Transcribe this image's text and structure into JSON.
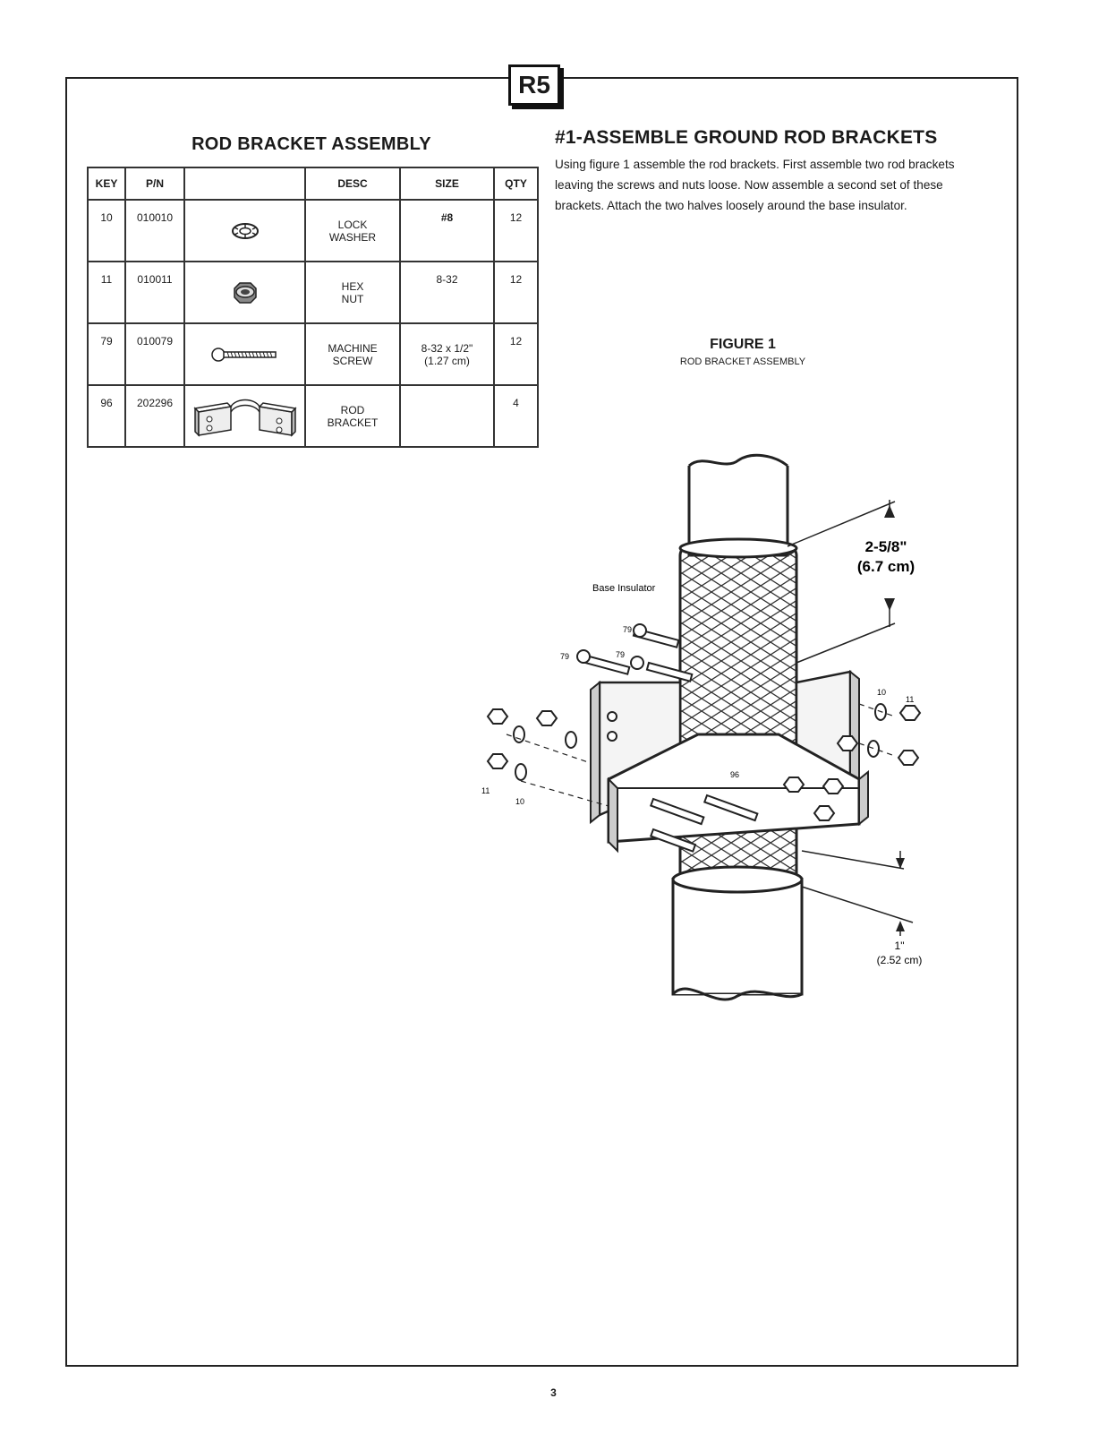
{
  "page": {
    "badge": "R5",
    "page_number": "3"
  },
  "table": {
    "title": "ROD BRACKET ASSEMBLY",
    "headers": {
      "key": "KEY",
      "pn": "P/N",
      "img": "",
      "desc": "DESC",
      "size": "SIZE",
      "qty": "QTY"
    },
    "rows": [
      {
        "key": "10",
        "pn": "010010",
        "icon": "lock-washer-icon",
        "desc1": "LOCK",
        "desc2": "WASHER",
        "size1": "#8",
        "size2": "",
        "qty": "12"
      },
      {
        "key": "11",
        "pn": "010011",
        "icon": "hex-nut-icon",
        "desc1": "HEX",
        "desc2": "NUT",
        "size1": "8-32",
        "size2": "",
        "qty": "12"
      },
      {
        "key": "79",
        "pn": "010079",
        "icon": "machine-screw-icon",
        "desc1": "MACHINE",
        "desc2": "SCREW",
        "size1": "8-32 x 1/2\"",
        "size2": "(1.27 cm)",
        "qty": "12"
      },
      {
        "key": "96",
        "pn": "202296",
        "icon": "rod-bracket-icon",
        "desc1": "ROD",
        "desc2": "BRACKET",
        "size1": "",
        "size2": "",
        "qty": "4"
      }
    ]
  },
  "instructions": {
    "title": "#1-ASSEMBLE GROUND ROD BRACKETS",
    "body": "Using figure 1 assemble the rod brackets. First assemble two rod brackets leaving the screws and nuts loose. Now assemble a second set of these brackets. Attach the two halves loosely around the base insulator."
  },
  "figure": {
    "title": "FIGURE 1",
    "subtitle": "ROD BRACKET ASSEMBLY",
    "label_insulator": "Base Insulator",
    "dim_top_1": "2-5/8\"",
    "dim_top_2": "(6.7 cm)",
    "dim_bottom_1": "1\"",
    "dim_bottom_2": "(2.52 cm)",
    "callout_79": "79",
    "callout_10": "10",
    "callout_11": "11",
    "callout_96": "96"
  }
}
